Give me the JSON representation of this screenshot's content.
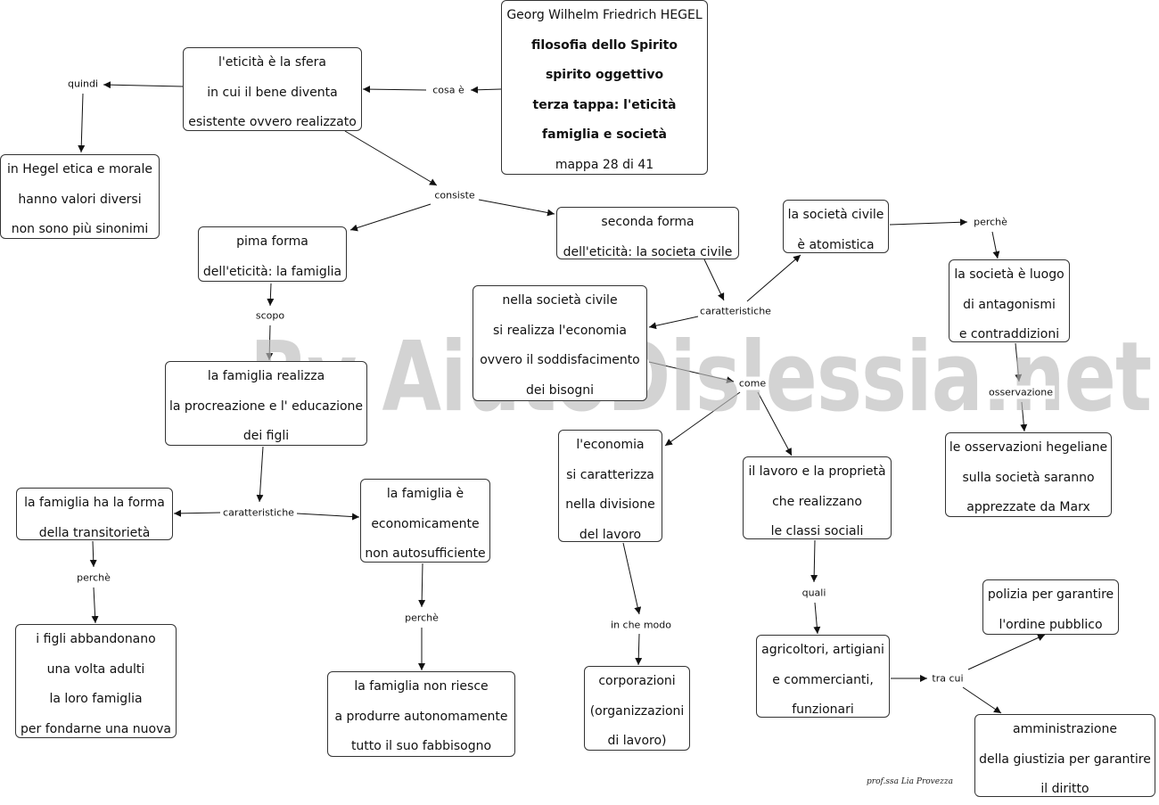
{
  "title_node": {
    "lines": [
      "Georg Wilhelm Friedrich HEGEL",
      "filosofia dello Spirito",
      "spirito oggettivo",
      "terza tappa: l'eticità",
      "famiglia e società",
      "mappa 28 di 41"
    ]
  },
  "nodes": {
    "eticita": [
      "l'eticità è la sfera",
      "in cui il bene diventa",
      "esistente ovvero realizzato"
    ],
    "hegel_etica": [
      "in Hegel etica e morale",
      "hanno valori diversi",
      "non sono più sinonimi"
    ],
    "prima_forma": [
      "pima forma",
      "dell'eticità: la famiglia"
    ],
    "seconda_forma": [
      "seconda forma",
      "dell'eticità:  la societa civile"
    ],
    "atomistica": [
      "la società civile",
      "è atomistica"
    ],
    "antagonismi": [
      "la società è luogo",
      "di antagonismi",
      "e contraddizioni"
    ],
    "economia_civile": [
      "nella società civile",
      "si realizza l'economia",
      "ovvero il soddisfacimento",
      "dei bisogni"
    ],
    "famiglia_realizza": [
      "la famiglia realizza",
      "la procreazione e l' educazione",
      "dei figli"
    ],
    "osservazioni": [
      "le osservazioni hegeliane",
      "sulla società saranno",
      "apprezzate da Marx"
    ],
    "divisione_lavoro": [
      "l'economia",
      "si caratterizza",
      "nella divisione",
      "del lavoro"
    ],
    "lavoro_proprieta": [
      "il lavoro e la proprietà",
      "che realizzano",
      "le classi sociali"
    ],
    "transitorieta": [
      "la famiglia ha la forma",
      "della transitorietà"
    ],
    "non_autosufficiente": [
      "la famiglia è",
      "economicamente",
      "non autosufficiente"
    ],
    "polizia": [
      "polizia per garantire",
      "l'ordine pubblico"
    ],
    "classi": [
      "agricoltori, artigiani",
      "e commercianti,",
      "funzionari"
    ],
    "figli": [
      "i figli abbandonano",
      "una volta adulti",
      "la loro famiglia",
      "per fondarne una nuova"
    ],
    "non_riesce": [
      "la famiglia non riesce",
      "a produrre autonomamente",
      "tutto il suo fabbisogno"
    ],
    "corporazioni": [
      "corporazioni",
      "(organizzazioni",
      "di lavoro)"
    ],
    "amministrazione": [
      "amministrazione",
      "della giustizia per garantire",
      "il diritto"
    ]
  },
  "labels": {
    "cosa_e": "cosa è",
    "quindi": "quindi",
    "consiste": "consiste",
    "perche_1": "perchè",
    "scopo": "scopo",
    "caratteristiche_1": "caratteristiche",
    "come": "come",
    "osservazione": "osservazione",
    "caratteristiche_2": "caratteristiche",
    "perche_2": "perchè",
    "perche_3": "perchè",
    "quali": "quali",
    "in_che_modo": "in che modo",
    "tra_cui": "tra cui"
  },
  "watermark": "By AiutoDislessia.net",
  "signature": "prof.ssa Lia Provezza"
}
